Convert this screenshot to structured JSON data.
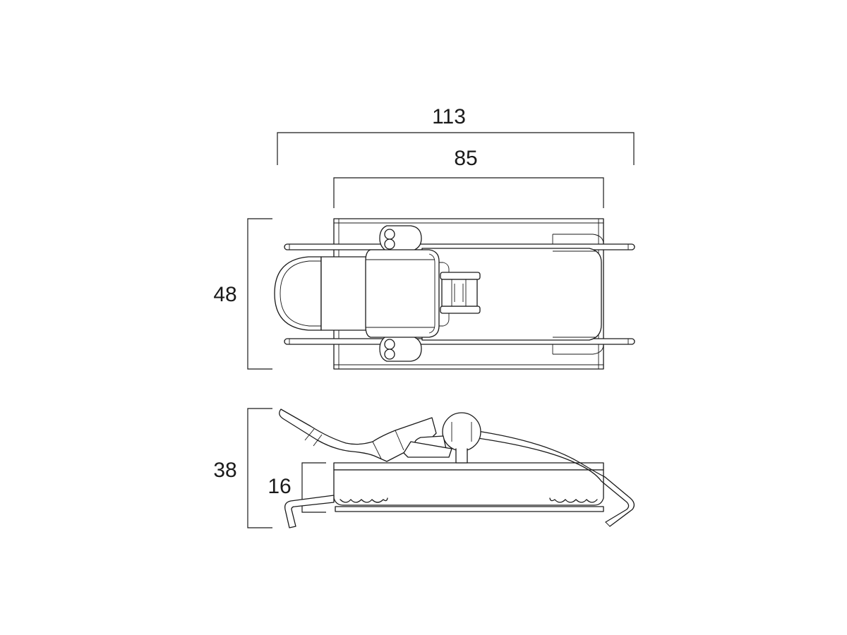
{
  "dimensions": {
    "total_width": "113",
    "base_width": "85",
    "top_view_height": "48",
    "side_view_height": "38",
    "base_height": "16"
  },
  "colors": {
    "line": "#1a1a1a",
    "background": "#ffffff"
  }
}
